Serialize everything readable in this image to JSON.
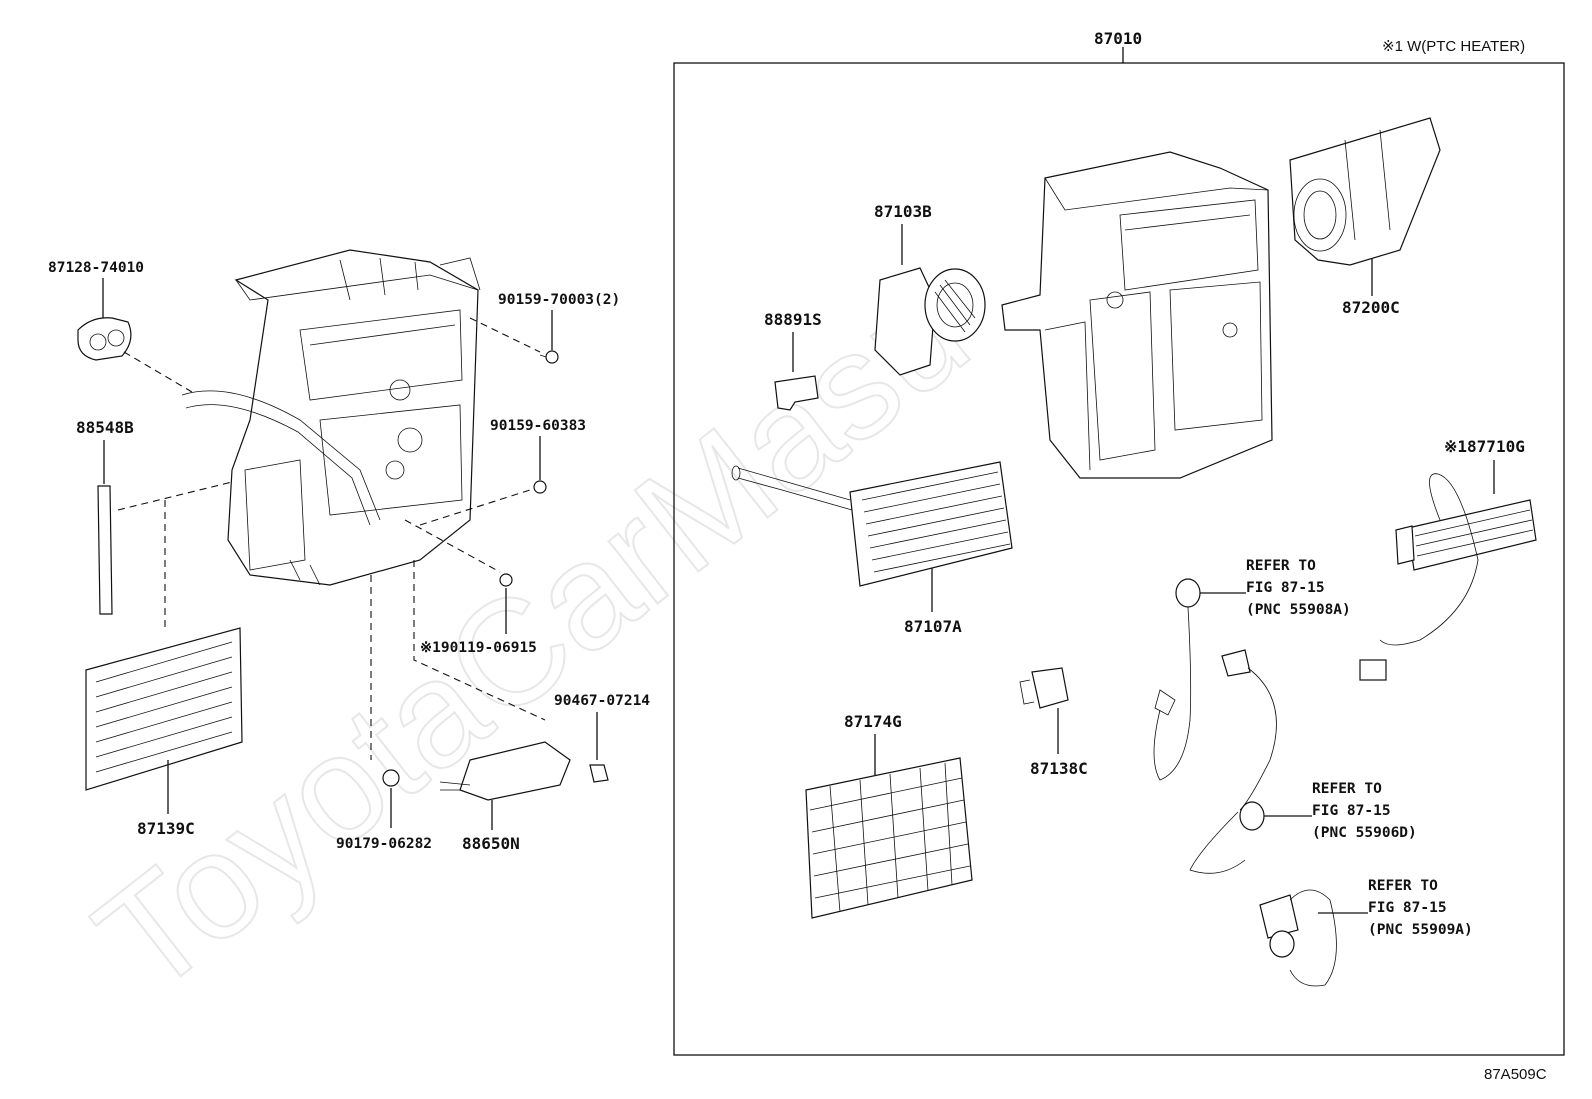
{
  "diagram": {
    "assembly_number": "87010",
    "ptc_note": "※1 W(PTC HEATER)",
    "figure_code": "87A509C",
    "watermark": "ToyotaCarMasu",
    "labels": {
      "p87128": "87128-74010",
      "p90159a": "90159-70003(2)",
      "p88548": "88548B",
      "p90159b": "90159-60383",
      "p90119": "※190119-06915",
      "p90467": "90467-07214",
      "p87139": "87139C",
      "p90179": "90179-06282",
      "p88650": "88650N",
      "p87103": "87103B",
      "p88891": "88891S",
      "p87107": "87107A",
      "p87174": "87174G",
      "p87138": "87138C",
      "p87200": "87200C",
      "p87710": "※187710G"
    },
    "refer_notes": [
      {
        "line1": "REFER TO",
        "line2": "FIG 87-15",
        "line3": "(PNC 55908A)"
      },
      {
        "line1": "REFER TO",
        "line2": "FIG 87-15",
        "line3": "(PNC 55906D)"
      },
      {
        "line1": "REFER TO",
        "line2": "FIG 87-15",
        "line3": "(PNC 55909A)"
      }
    ]
  }
}
